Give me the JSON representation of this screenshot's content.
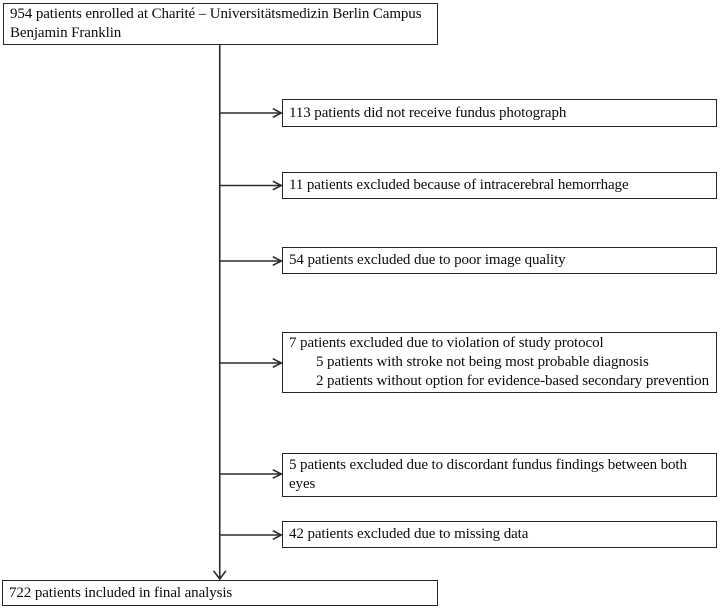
{
  "flowchart": {
    "source": {
      "lines": [
        "954 patients enrolled at Charité – Universitätsmedizin Berlin Campus",
        "Benjamin Franklin"
      ]
    },
    "exclusions": [
      {
        "lines": [
          "113 patients did not receive fundus photograph"
        ]
      },
      {
        "lines": [
          "11 patients excluded because of intracerebral hemorrhage"
        ]
      },
      {
        "lines": [
          "54 patients excluded due to poor image quality"
        ]
      },
      {
        "lines": [
          "7 patients excluded due to violation of study protocol",
          "5 patients with stroke not being most probable diagnosis",
          "2 patients without option for evidence-based secondary prevention"
        ]
      },
      {
        "lines": [
          "5 patients excluded due to discordant fundus findings between both",
          "eyes"
        ]
      },
      {
        "lines": [
          "42 patients excluded due to missing data"
        ]
      }
    ],
    "result": {
      "lines": [
        "722 patients included in final analysis"
      ]
    },
    "counts": {
      "enrolled": 954,
      "no_fundus_photograph": 113,
      "intracerebral_hemorrhage": 11,
      "poor_image_quality": 54,
      "protocol_violation": 7,
      "stroke_not_most_probable": 5,
      "no_evidence_based_prevention_option": 2,
      "discordant_fundus_findings": 5,
      "missing_data": 42,
      "final_analysis": 722
    }
  },
  "colors": {
    "background": "#ffffff",
    "line": "#2b2b2b",
    "text": "#0d0d0d"
  }
}
